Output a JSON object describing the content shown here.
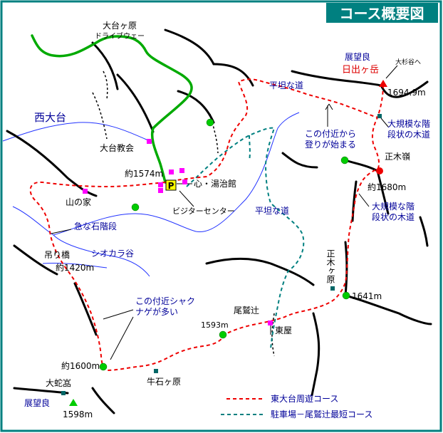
{
  "title": "コース概要図",
  "colors": {
    "border": "#008080",
    "title_bg": "#008080",
    "title_text": "#ffffff",
    "road": "#00aa00",
    "loop_course": "#ee0000",
    "shortest_course": "#008080",
    "river": "#2233ff",
    "ridge": "#000000",
    "label_blue": "#000099",
    "label_red": "#dd0000",
    "building": "#ff00ff",
    "point_green": "#00cc00",
    "post_teal": "#006666",
    "parking": "#ffff00"
  },
  "labels": {
    "road_name_1": "大台ヶ原",
    "road_name_2": "ドライブウェー",
    "nishi_odai": "西大台",
    "odai_church": "大台教会",
    "elev_1574": "約1574m",
    "parking": "P",
    "kokoro_yuodaikan": "心・湯治館",
    "visitor_center": "ビジターセンター",
    "yama_no_ie": "山の家",
    "steep_stone_steps": "急な石階段",
    "suspension_bridge": "吊り橋",
    "shiokara_valley": "シオカラ谷",
    "elev_1420": "約1420m",
    "sasa_note_1": "この付近シャク",
    "sasa_note_2": "ナゲが多い",
    "elev_1600": "約1600m",
    "odaigura": "大蛇嵓",
    "observatory_good_1": "展望良",
    "elev_1598": "1598m",
    "ushiishigahara": "牛石ヶ原",
    "elev_1593": "1593m",
    "owashitsuji": "尾鷲辻",
    "azumaya": "東屋",
    "flat_road_1": "平坦な道",
    "flat_road_2": "平坦な道",
    "climb_note_1": "この付近から",
    "climb_note_2": "登りが始まる",
    "observatory_good_2": "展望良",
    "hinodegatake": "日出ヶ岳",
    "to_osugidani": "大杉谷へ",
    "elev_1694": "1694.9m",
    "large_stairs_1a": "大規模な階",
    "large_stairs_1b": "段状の木道",
    "masakitoge": "正木嶺",
    "elev_1680": "約1680m",
    "large_stairs_2a": "大規模な階",
    "large_stairs_2b": "段状の木道",
    "masakigahara": "正木ヶ原",
    "elev_1641": "1641m"
  },
  "legend": {
    "loop_course": "東大台周遊コース",
    "shortest_course": "駐車場－尾鷲辻最短コース"
  }
}
